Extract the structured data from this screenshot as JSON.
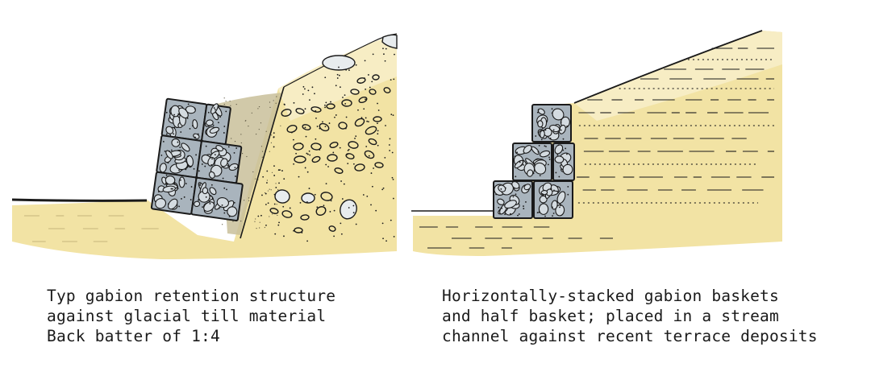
{
  "captions": {
    "left": {
      "line1": "Typ gabion retention structure",
      "line2": "against glacial till material",
      "line3": "Back batter of 1:4"
    },
    "right": {
      "line1": "Horizontally-stacked gabion baskets",
      "line2": "and half basket; placed in a stream",
      "line3": "channel against recent terrace deposits"
    }
  },
  "colors": {
    "soil": "#f2e3a4",
    "soil_light": "#f7edc4",
    "backfill": "#c9c09a",
    "gabion": "#a9b4bd",
    "stone": "#d4dbe0",
    "ink": "#1a1a1a",
    "boulder": "#e8ecee"
  }
}
